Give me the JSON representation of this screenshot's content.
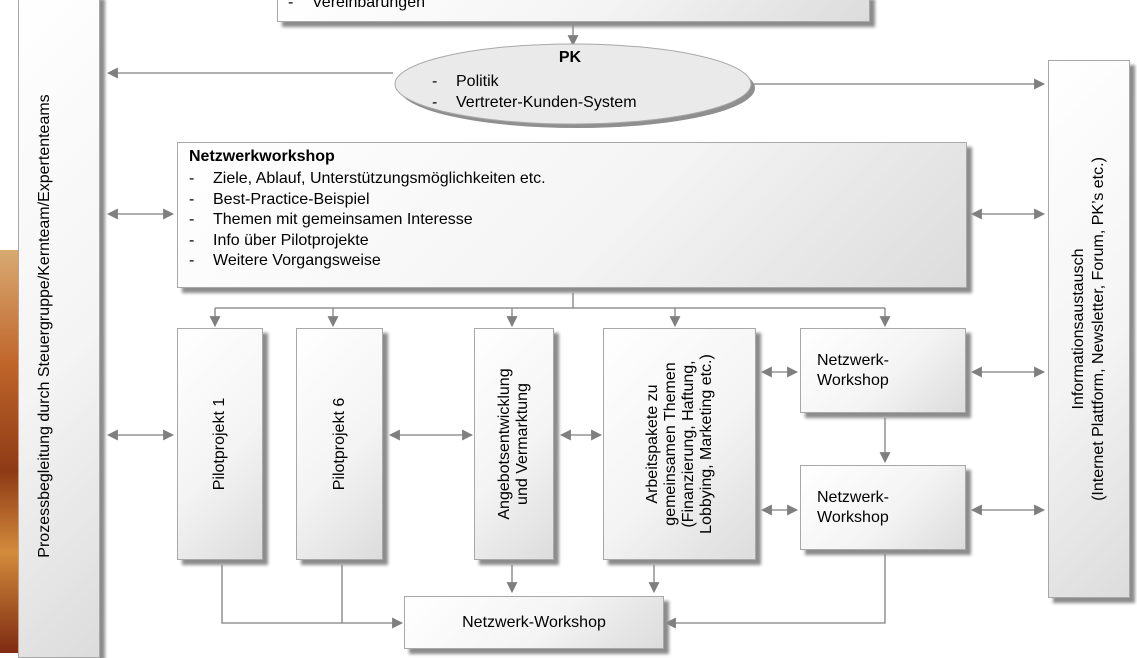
{
  "top_box": {
    "item": "Vereinbarungen"
  },
  "pk": {
    "title": "PK",
    "items": [
      "Politik",
      "Vertreter-Kunden-System"
    ]
  },
  "left_bar": {
    "text": "Prozessbegleitung durch Steuergruppe/Kernteam/Expertenteams"
  },
  "right_bar": {
    "line1": "Informationsaustausch",
    "line2": "(Internet Plattform, Newsletter, Forum, PK’s etc.)"
  },
  "netzwerkworkshop": {
    "title": "Netzwerkworkshop",
    "items": [
      "Ziele, Ablauf, Unterstützungsmöglichkeiten etc.",
      "Best-Practice-Beispiel",
      "Themen mit gemeinsamen Interesse",
      "Info über Pilotprojekte",
      "Weitere Vorgangsweise"
    ]
  },
  "pilotprojekt_1": "Pilotprojekt 1",
  "pilotprojekt_6": "Pilotprojekt 6",
  "angebot": {
    "line1": "Angebotsentwicklung",
    "line2": "und Vermarktung"
  },
  "arbeitspakete": {
    "line1": "Arbeitspakete zu",
    "line2": "gemeinsamen Themen",
    "line3": "(Finanzierung, Haftung,",
    "line4": "Lobbying, Marketing etc.)"
  },
  "workshop_a": {
    "line1": "Netzwerk-",
    "line2": "Workshop"
  },
  "workshop_b": {
    "line1": "Netzwerk-",
    "line2": "Workshop"
  },
  "bottom_workshop": "Netzwerk-Workshop",
  "colors": {
    "line": "#7f7f7f",
    "box_border": "#a8a8a8",
    "shadow": "#8c8c8c"
  }
}
